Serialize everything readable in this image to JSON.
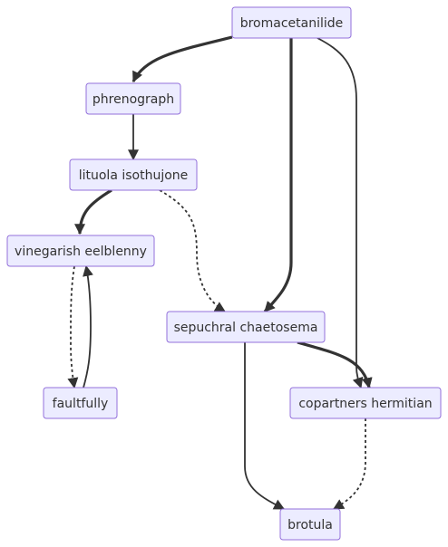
{
  "diagram": {
    "nodes": [
      {
        "id": "bromacetanilide",
        "label": "bromacetanilide"
      },
      {
        "id": "phrenograph",
        "label": "phrenograph"
      },
      {
        "id": "lituola",
        "label": "lituola isothujone"
      },
      {
        "id": "vinegarish",
        "label": "vinegarish eelblenny"
      },
      {
        "id": "sepuchral",
        "label": "sepuchral chaetosema"
      },
      {
        "id": "faultfully",
        "label": "faultfully"
      },
      {
        "id": "copartners",
        "label": "copartners hermitian"
      },
      {
        "id": "brotula",
        "label": "brotula"
      }
    ],
    "edges": [
      {
        "from": "bromacetanilide",
        "to": "phrenograph",
        "style": "thick"
      },
      {
        "from": "bromacetanilide",
        "to": "sepuchral",
        "style": "thick"
      },
      {
        "from": "bromacetanilide",
        "to": "copartners",
        "style": "thin"
      },
      {
        "from": "phrenograph",
        "to": "lituola",
        "style": "thin"
      },
      {
        "from": "lituola",
        "to": "vinegarish",
        "style": "thick"
      },
      {
        "from": "lituola",
        "to": "sepuchral",
        "style": "dotted"
      },
      {
        "from": "vinegarish",
        "to": "faultfully",
        "style": "dotted"
      },
      {
        "from": "faultfully",
        "to": "vinegarish",
        "style": "thin"
      },
      {
        "from": "sepuchral",
        "to": "copartners",
        "style": "thick"
      },
      {
        "from": "sepuchral",
        "to": "brotula",
        "style": "thin"
      },
      {
        "from": "copartners",
        "to": "brotula",
        "style": "dotted"
      }
    ]
  },
  "colors": {
    "node_fill": "#ECECFF",
    "node_stroke": "#9370DB",
    "edge": "#333333",
    "text": "#333333"
  }
}
